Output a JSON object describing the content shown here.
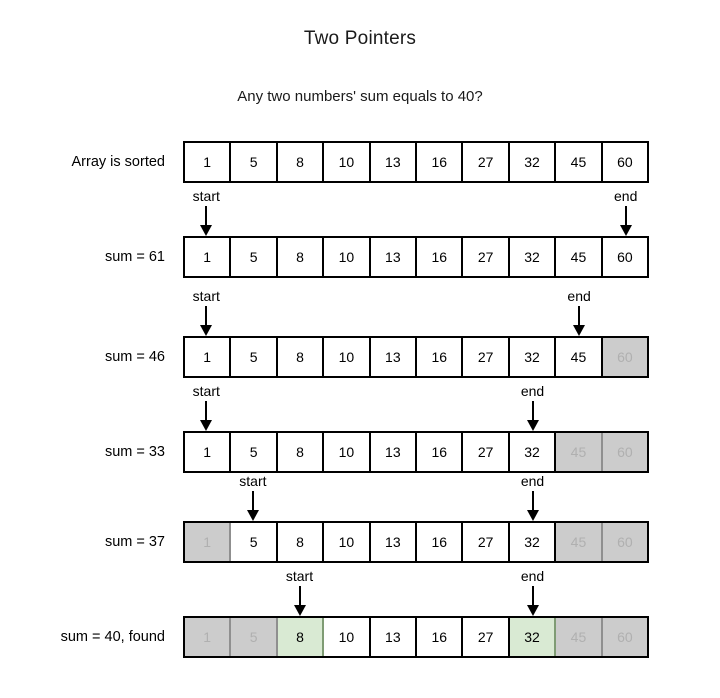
{
  "title": "Two Pointers",
  "subtitle": "Any two numbers' sum equals to 40?",
  "colors": {
    "background": "#ffffff",
    "cell_fill": "#ffffff",
    "cell_border": "#000000",
    "disabled_fill": "#cccccc",
    "disabled_text": "#b0b0b0",
    "found_fill": "#d9ead3",
    "text": "#000000"
  },
  "pointer_labels": {
    "start": "start",
    "end": "end"
  },
  "chart_data": {
    "type": "diagram",
    "title": "Two Pointers",
    "subtitle": "Any two numbers' sum equals to 40?",
    "target_sum": 40,
    "array": [
      1,
      5,
      8,
      10,
      13,
      16,
      27,
      32,
      45,
      60
    ],
    "steps": [
      {
        "label": "Array is sorted",
        "values": [
          "1",
          "5",
          "8",
          "10",
          "13",
          "16",
          "27",
          "32",
          "45",
          "60"
        ],
        "disabled": [],
        "found": [],
        "start_index": null,
        "end_index": null,
        "sum": null
      },
      {
        "label": "sum = 61",
        "values": [
          "1",
          "5",
          "8",
          "10",
          "13",
          "16",
          "27",
          "32",
          "45",
          "60"
        ],
        "disabled": [],
        "found": [],
        "start_index": 0,
        "end_index": 9,
        "sum": 61
      },
      {
        "label": "sum = 46",
        "values": [
          "1",
          "5",
          "8",
          "10",
          "13",
          "16",
          "27",
          "32",
          "45",
          "60"
        ],
        "disabled": [
          9
        ],
        "found": [],
        "start_index": 0,
        "end_index": 8,
        "sum": 46
      },
      {
        "label": "sum = 33",
        "values": [
          "1",
          "5",
          "8",
          "10",
          "13",
          "16",
          "27",
          "32",
          "45",
          "60"
        ],
        "disabled": [
          8,
          9
        ],
        "found": [],
        "start_index": 0,
        "end_index": 7,
        "sum": 33
      },
      {
        "label": "sum = 37",
        "values": [
          "1",
          "5",
          "8",
          "10",
          "13",
          "16",
          "27",
          "32",
          "45",
          "60"
        ],
        "disabled": [
          0,
          8,
          9
        ],
        "found": [],
        "start_index": 1,
        "end_index": 7,
        "sum": 37
      },
      {
        "label": "sum = 40, found",
        "values": [
          "1",
          "5",
          "8",
          "10",
          "13",
          "16",
          "27",
          "32",
          "45",
          "60"
        ],
        "disabled": [
          0,
          1,
          8,
          9
        ],
        "found": [
          2,
          7
        ],
        "start_index": 2,
        "end_index": 7,
        "sum": 40
      }
    ]
  }
}
